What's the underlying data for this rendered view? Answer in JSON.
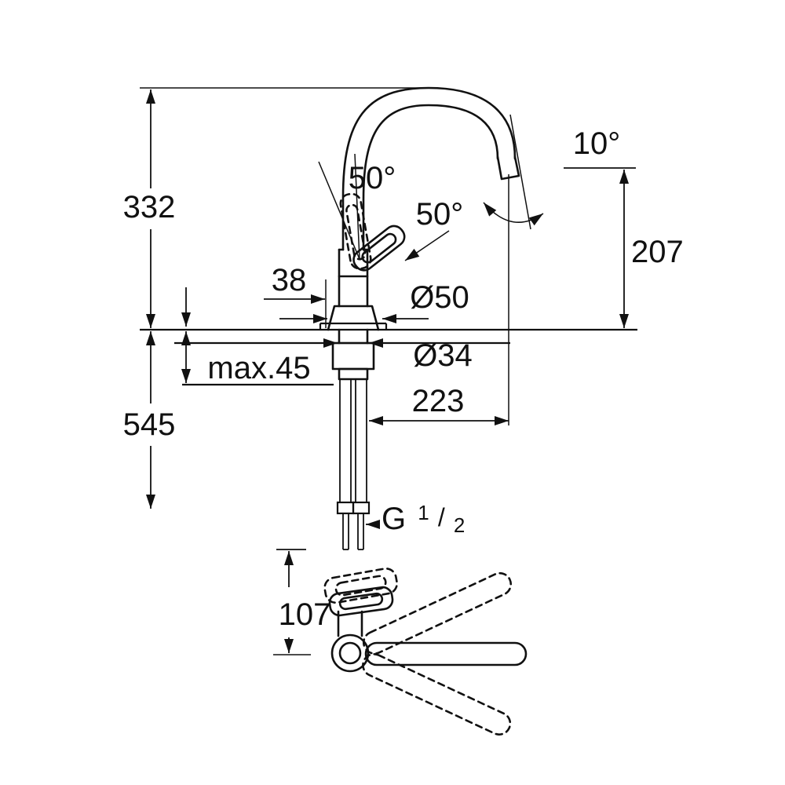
{
  "colors": {
    "line": "#111111",
    "background": "#ffffff"
  },
  "labels": {
    "overall_height": "332",
    "spout_angle": "10°",
    "outlet_height": "207",
    "lever_angle_open": "50°",
    "lever_angle_side": "50°",
    "lever_offset": "38",
    "base_diameter": "Ø50",
    "hole_diameter": "Ø34",
    "max_deck_thickness": "max.45",
    "hose_length": "545",
    "spout_reach": "223",
    "thread_prefix": "G",
    "thread_numerator": "1",
    "thread_slash": "/",
    "thread_denominator": "2",
    "bottom_offset": "107"
  }
}
